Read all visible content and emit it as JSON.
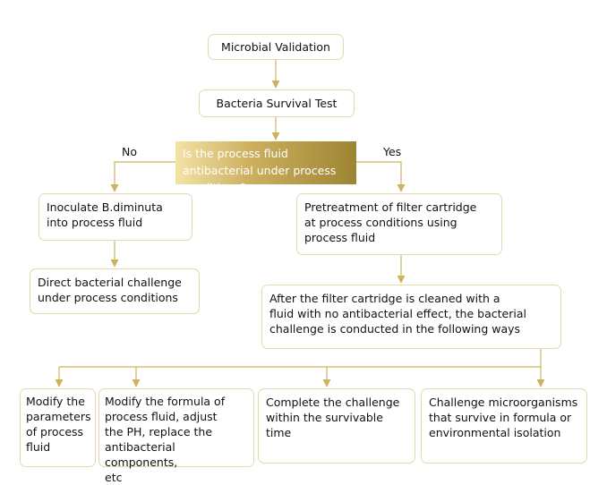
{
  "nodes": {
    "microbial_validation": "Microbial Validation",
    "bacteria_survival_test": "Bacteria Survival Test",
    "decision": "Is the process fluid antibacterial under process conditions?",
    "inoculate": "Inoculate B.diminuta\ninto process fluid",
    "direct_challenge": "Direct bacterial challenge\nunder process conditions",
    "pretreatment": "Pretreatment of filter cartridge\nat process conditions using\nprocess fluid",
    "after_cleaned": "After the filter cartridge is cleaned with a\nfluid with no antibacterial effect, the bacterial\nchallenge is conducted in the following ways",
    "modify_params": "Modify the\nparameters\nof process\nfluid",
    "modify_formula": "Modify the formula of\nprocess fluid, adjust\nthe PH, replace the\nantibacterial components,\netc",
    "complete_challenge": "Complete the challenge\nwithin the survivable time",
    "challenge_microorganisms": "Challenge microorganisms\nthat survive in formula or\nenvironmental isolation"
  },
  "labels": {
    "no": "No",
    "yes": "Yes"
  },
  "colors": {
    "connector": "#cdb35e",
    "box_border": "#e3d8b0",
    "decision_start": "#f3e3a6",
    "decision_end": "#9d8433"
  }
}
